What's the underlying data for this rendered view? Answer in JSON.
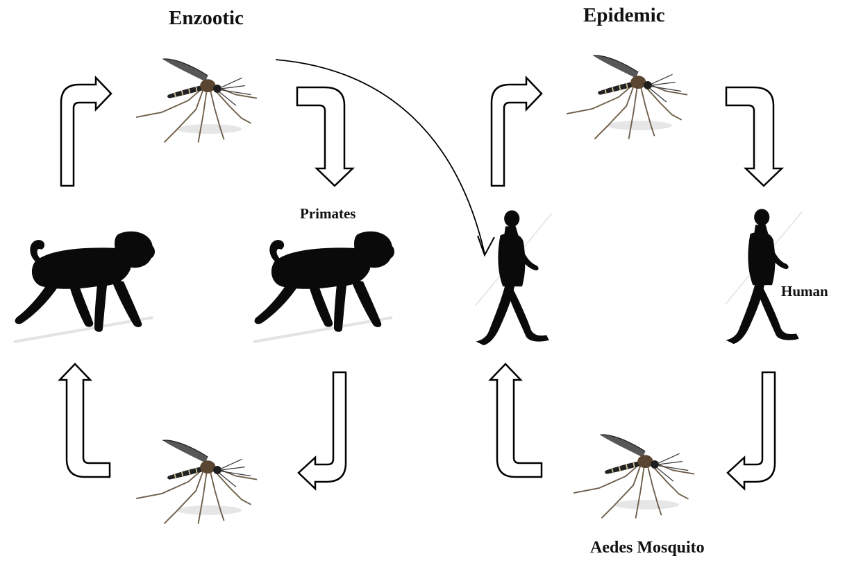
{
  "diagram": {
    "cycles": [
      {
        "title": "Enzootic",
        "host_label": "Primates",
        "host_icon": "monkey-silhouette",
        "vector_icon": "mosquito"
      },
      {
        "title": "Epidemic",
        "host_label": "Human",
        "host_icon": "human-silhouette",
        "vector_icon": "mosquito"
      }
    ],
    "vector_label": "Aedes Mosquito",
    "colors": {
      "arrow_stroke": "#000000",
      "arrow_fill": "#ffffff",
      "silhouette": "#0a0a0a",
      "mosquito_body": "#2a2a2a",
      "mosquito_stripes": "#d8c9a0",
      "mosquito_legs": "#7a6a55"
    }
  }
}
